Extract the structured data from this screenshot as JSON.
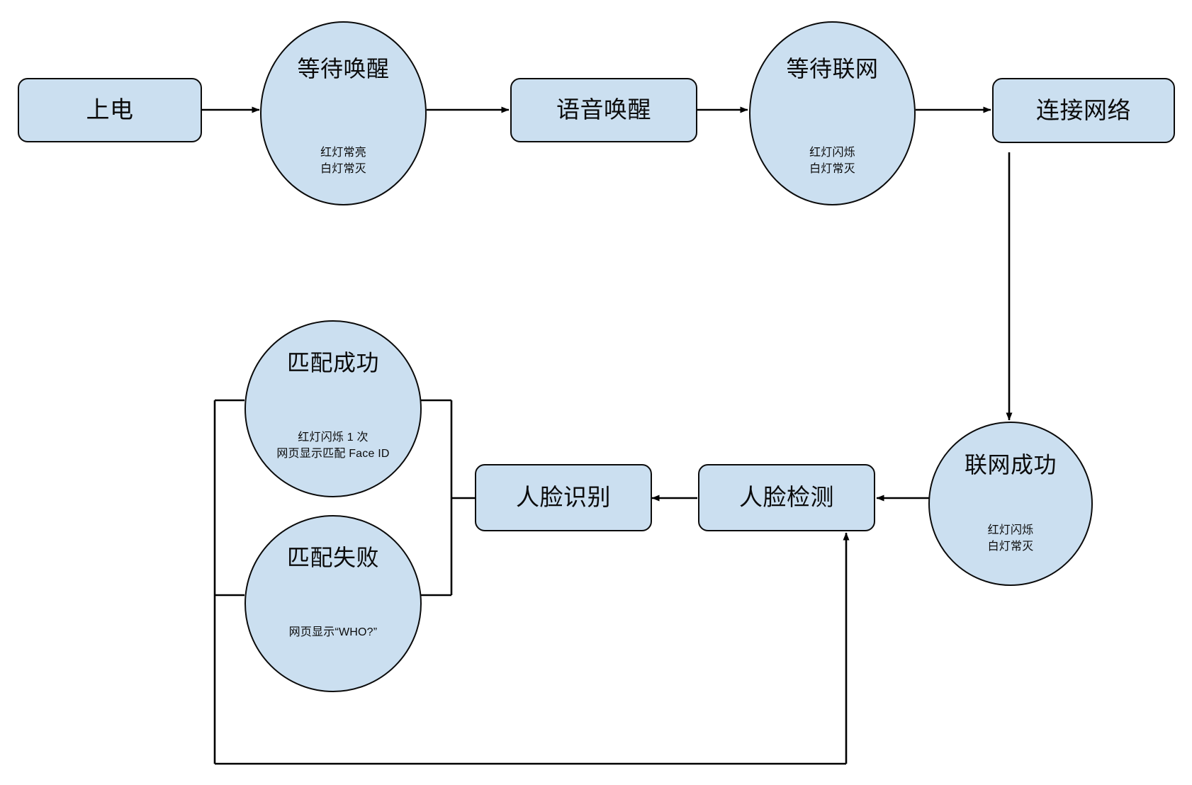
{
  "diagram": {
    "type": "flowchart",
    "background_color": "#ffffff",
    "node_fill_color": "#cbdff0",
    "node_stroke_color": "#0b0b0b",
    "edge_color": "#000000",
    "nodes": [
      {
        "id": "power-on",
        "shape": "rounded-rectangle",
        "title": "上电",
        "subtitle": ""
      },
      {
        "id": "wait-wakeup",
        "shape": "circle",
        "title": "等待唤醒",
        "subtitle": "红灯常亮\n白灯常灭"
      },
      {
        "id": "voice-wakeup",
        "shape": "rounded-rectangle",
        "title": "语音唤醒",
        "subtitle": ""
      },
      {
        "id": "wait-network",
        "shape": "circle",
        "title": "等待联网",
        "subtitle": "红灯闪烁\n白灯常灭"
      },
      {
        "id": "connect-network",
        "shape": "rounded-rectangle",
        "title": "连接网络",
        "subtitle": ""
      },
      {
        "id": "network-success",
        "shape": "circle",
        "title": "联网成功",
        "subtitle": "红灯闪烁\n白灯常灭"
      },
      {
        "id": "face-detect",
        "shape": "rounded-rectangle",
        "title": "人脸检测",
        "subtitle": ""
      },
      {
        "id": "face-recognize",
        "shape": "rounded-rectangle",
        "title": "人脸识别",
        "subtitle": ""
      },
      {
        "id": "match-success",
        "shape": "circle",
        "title": "匹配成功",
        "subtitle": "红灯闪烁 1 次\n网页显示匹配 Face ID"
      },
      {
        "id": "match-fail",
        "shape": "circle",
        "title": "匹配失败",
        "subtitle": "网页显示“WHO?”"
      }
    ],
    "edges": [
      {
        "from": "power-on",
        "to": "wait-wakeup",
        "arrow": true,
        "label": ""
      },
      {
        "from": "wait-wakeup",
        "to": "voice-wakeup",
        "arrow": true,
        "label": ""
      },
      {
        "from": "voice-wakeup",
        "to": "wait-network",
        "arrow": true,
        "label": ""
      },
      {
        "from": "wait-network",
        "to": "connect-network",
        "arrow": true,
        "label": ""
      },
      {
        "from": "connect-network",
        "to": "network-success",
        "arrow": true,
        "label": ""
      },
      {
        "from": "network-success",
        "to": "face-detect",
        "arrow": true,
        "label": ""
      },
      {
        "from": "face-detect",
        "to": "face-recognize",
        "arrow": true,
        "label": ""
      },
      {
        "from": "face-recognize",
        "to": "match-success",
        "arrow": false,
        "label": ""
      },
      {
        "from": "face-recognize",
        "to": "match-fail",
        "arrow": false,
        "label": ""
      },
      {
        "from": "match-fail",
        "to": "face-detect",
        "arrow": true,
        "label": ""
      }
    ]
  }
}
